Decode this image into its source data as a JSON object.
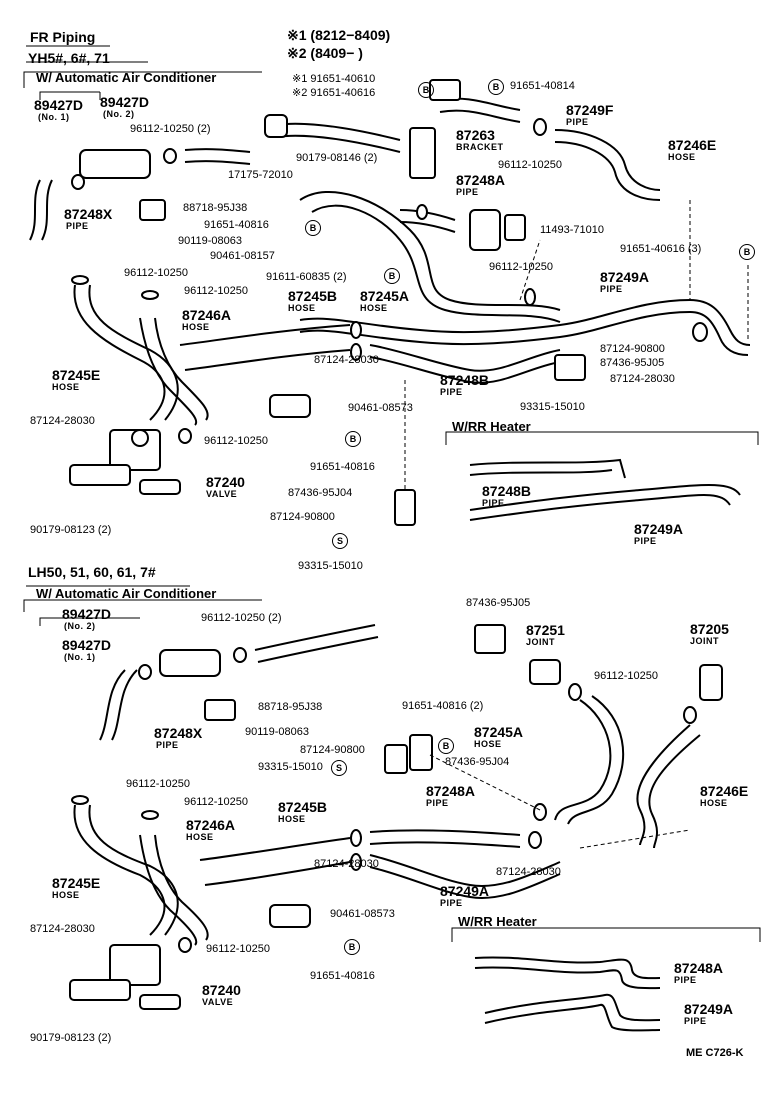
{
  "header": {
    "title": "FR  Piping",
    "models_top": "YH5#, 6#, 71",
    "note1": "※1 (8212−8409)",
    "note2": "※2 (8409−       )",
    "models_bottom": "LH50, 51, 60, 61, 7#",
    "code": "ME  C726-K"
  },
  "top": {
    "section_ac": "W/ Automatic Air Conditioner",
    "section_rr": "W/RR Heater",
    "labels": [
      {
        "id": "t1",
        "text": "※1 91651-40610"
      },
      {
        "id": "t2",
        "text": "※2 91651-40616"
      },
      {
        "id": "t3",
        "text": "91651-40814"
      },
      {
        "id": "t4",
        "text": "89427D"
      },
      {
        "id": "t5",
        "text": "(No. 1)"
      },
      {
        "id": "t6",
        "text": "89427D"
      },
      {
        "id": "t7",
        "text": "(No. 2)"
      },
      {
        "id": "t8",
        "text": "96112-10250 (2)"
      },
      {
        "id": "t9",
        "text": "87249F"
      },
      {
        "id": "t10",
        "text": "PIPE"
      },
      {
        "id": "t11",
        "text": "87263"
      },
      {
        "id": "t12",
        "text": "BRACKET"
      },
      {
        "id": "t13",
        "text": "87246E"
      },
      {
        "id": "t14",
        "text": "HOSE"
      },
      {
        "id": "t15",
        "text": "90179-08146 (2)"
      },
      {
        "id": "t16",
        "text": "96112-10250"
      },
      {
        "id": "t17",
        "text": "17175-72010"
      },
      {
        "id": "t18",
        "text": "87248A"
      },
      {
        "id": "t19",
        "text": "PIPE"
      },
      {
        "id": "t20",
        "text": "87248X"
      },
      {
        "id": "t21",
        "text": "PIPE"
      },
      {
        "id": "t22",
        "text": "88718-95J38"
      },
      {
        "id": "t23",
        "text": "91651-40816"
      },
      {
        "id": "t24",
        "text": "90119-08063"
      },
      {
        "id": "t25",
        "text": "11493-71010"
      },
      {
        "id": "t26",
        "text": "90461-08157"
      },
      {
        "id": "t27",
        "text": "91651-40616 (3)"
      },
      {
        "id": "t28",
        "text": "96112-10250"
      },
      {
        "id": "t29",
        "text": "91611-60835 (2)"
      },
      {
        "id": "t30",
        "text": "96112-10250"
      },
      {
        "id": "t31",
        "text": "96112-10250"
      },
      {
        "id": "t32",
        "text": "87249A"
      },
      {
        "id": "t33",
        "text": "PIPE"
      },
      {
        "id": "t34",
        "text": "87245B"
      },
      {
        "id": "t35",
        "text": "HOSE"
      },
      {
        "id": "t36",
        "text": "87245A"
      },
      {
        "id": "t37",
        "text": "HOSE"
      },
      {
        "id": "t38",
        "text": "87246A"
      },
      {
        "id": "t39",
        "text": "HOSE"
      },
      {
        "id": "t40",
        "text": "87124-90800"
      },
      {
        "id": "t41",
        "text": "87436-95J05"
      },
      {
        "id": "t42",
        "text": "87245E"
      },
      {
        "id": "t43",
        "text": "HOSE"
      },
      {
        "id": "t44",
        "text": "87124-28030"
      },
      {
        "id": "t45",
        "text": "87248B"
      },
      {
        "id": "t46",
        "text": "PIPE"
      },
      {
        "id": "t47",
        "text": "87124-28030"
      },
      {
        "id": "t48",
        "text": "93315-15010"
      },
      {
        "id": "t49",
        "text": "90461-08573"
      },
      {
        "id": "t50",
        "text": "87124-28030"
      },
      {
        "id": "t51",
        "text": "96112-10250"
      },
      {
        "id": "t52",
        "text": "91651-40816"
      },
      {
        "id": "t53",
        "text": "87240"
      },
      {
        "id": "t54",
        "text": "VALVE"
      },
      {
        "id": "t55",
        "text": "87436-95J04"
      },
      {
        "id": "t56",
        "text": "87248B"
      },
      {
        "id": "t57",
        "text": "PIPE"
      },
      {
        "id": "t58",
        "text": "90179-08123 (2)"
      },
      {
        "id": "t59",
        "text": "87124-90800"
      },
      {
        "id": "t60",
        "text": "87249A"
      },
      {
        "id": "t61",
        "text": "PIPE"
      },
      {
        "id": "t62",
        "text": "93315-15010"
      }
    ]
  },
  "bottom": {
    "section_ac": "W/ Automatic Air Conditioner",
    "section_rr": "W/RR Heater",
    "labels": [
      {
        "id": "b1",
        "text": "87436-95J05"
      },
      {
        "id": "b2",
        "text": "89427D"
      },
      {
        "id": "b3",
        "text": "(No. 2)"
      },
      {
        "id": "b4",
        "text": "96112-10250 (2)"
      },
      {
        "id": "b5",
        "text": "87251"
      },
      {
        "id": "b6",
        "text": "JOINT"
      },
      {
        "id": "b7",
        "text": "87205"
      },
      {
        "id": "b8",
        "text": "JOINT"
      },
      {
        "id": "b9",
        "text": "89427D"
      },
      {
        "id": "b10",
        "text": "(No. 1)"
      },
      {
        "id": "b11",
        "text": "96112-10250"
      },
      {
        "id": "b12",
        "text": "88718-95J38"
      },
      {
        "id": "b13",
        "text": "91651-40816 (2)"
      },
      {
        "id": "b14",
        "text": "87248X"
      },
      {
        "id": "b15",
        "text": "PIPE"
      },
      {
        "id": "b16",
        "text": "90119-08063"
      },
      {
        "id": "b17",
        "text": "87245A"
      },
      {
        "id": "b18",
        "text": "HOSE"
      },
      {
        "id": "b19",
        "text": "87124-90800"
      },
      {
        "id": "b20",
        "text": "93315-15010"
      },
      {
        "id": "b21",
        "text": "87436-95J04"
      },
      {
        "id": "b22",
        "text": "96112-10250"
      },
      {
        "id": "b23",
        "text": "87248A"
      },
      {
        "id": "b24",
        "text": "PIPE"
      },
      {
        "id": "b25",
        "text": "96112-10250"
      },
      {
        "id": "b26",
        "text": "87245B"
      },
      {
        "id": "b27",
        "text": "HOSE"
      },
      {
        "id": "b28",
        "text": "87246E"
      },
      {
        "id": "b29",
        "text": "HOSE"
      },
      {
        "id": "b30",
        "text": "87246A"
      },
      {
        "id": "b31",
        "text": "HOSE"
      },
      {
        "id": "b32",
        "text": "87245E"
      },
      {
        "id": "b33",
        "text": "HOSE"
      },
      {
        "id": "b34",
        "text": "87124-28030"
      },
      {
        "id": "b35",
        "text": "87249A"
      },
      {
        "id": "b36",
        "text": "PIPE"
      },
      {
        "id": "b37",
        "text": "87124-28030"
      },
      {
        "id": "b38",
        "text": "87124-28030"
      },
      {
        "id": "b39",
        "text": "90461-08573"
      },
      {
        "id": "b40",
        "text": "96112-10250"
      },
      {
        "id": "b41",
        "text": "91651-40816"
      },
      {
        "id": "b42",
        "text": "87248A"
      },
      {
        "id": "b43",
        "text": "PIPE"
      },
      {
        "id": "b44",
        "text": "87240"
      },
      {
        "id": "b45",
        "text": "VALVE"
      },
      {
        "id": "b46",
        "text": "87249A"
      },
      {
        "id": "b47",
        "text": "PIPE"
      },
      {
        "id": "b48",
        "text": "90179-08123 (2)"
      }
    ]
  },
  "callouts": {
    "B": "B",
    "S": "S"
  }
}
